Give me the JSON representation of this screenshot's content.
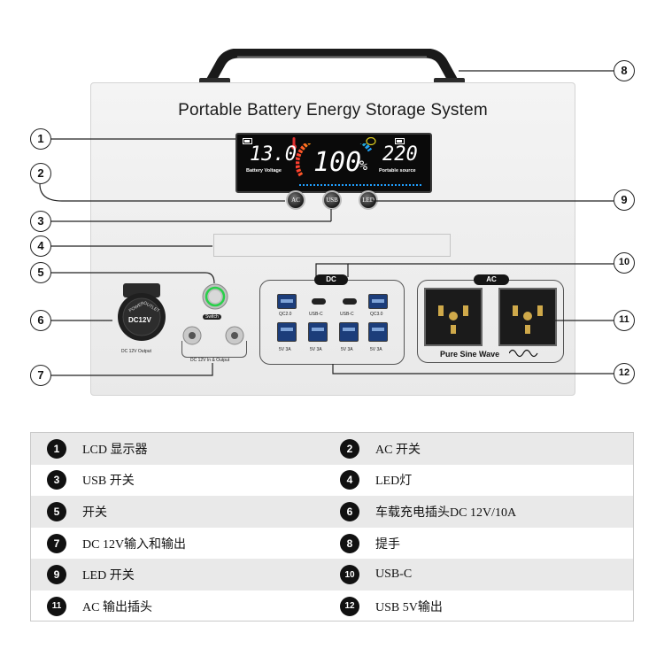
{
  "device": {
    "title": "Portable Battery Energy Storage System",
    "lcd": {
      "voltage": "13.0",
      "voltage_label": "Battery Voltage",
      "percent": "100",
      "percent_sign": "%",
      "output": "220",
      "output_label": "Portable source"
    },
    "buttons": {
      "ac": "AC",
      "usb": "USB",
      "led": "LED"
    },
    "switch_label": "Switch",
    "dc_outlet": {
      "cap_text_1": "POWER",
      "cap_text_2": "OUTLET",
      "center": "DC12V",
      "label": "DC 12V Output"
    },
    "dc_inout_label": "DC 12V In & Output",
    "dc_panel": {
      "tag": "DC",
      "top_ports": [
        "QC2.0",
        "USB-C",
        "USB-C",
        "QC3.0"
      ],
      "bottom_ports": [
        "5V 3A",
        "5V 3A",
        "5V 3A",
        "5V 3A"
      ]
    },
    "ac_panel": {
      "tag": "AC",
      "caption": "Pure Sine Wave"
    }
  },
  "callouts": [
    "1",
    "2",
    "3",
    "4",
    "5",
    "6",
    "7",
    "8",
    "9",
    "10",
    "11",
    "12"
  ],
  "legend": [
    {
      "num": "1",
      "text": "LCD 显示器"
    },
    {
      "num": "2",
      "text": "AC 开关"
    },
    {
      "num": "3",
      "text": "USB 开关"
    },
    {
      "num": "4",
      "text": "LED灯"
    },
    {
      "num": "5",
      "text": "开关"
    },
    {
      "num": "6",
      "text": "车载充电插头DC 12V/10A"
    },
    {
      "num": "7",
      "text": "DC 12V输入和输出"
    },
    {
      "num": "8",
      "text": "提手"
    },
    {
      "num": "9",
      "text": "LED 开关"
    },
    {
      "num": "10",
      "text": "USB-C"
    },
    {
      "num": "11",
      "text": "AC 输出插头"
    },
    {
      "num": "12",
      "text": "USB 5V输出"
    }
  ]
}
